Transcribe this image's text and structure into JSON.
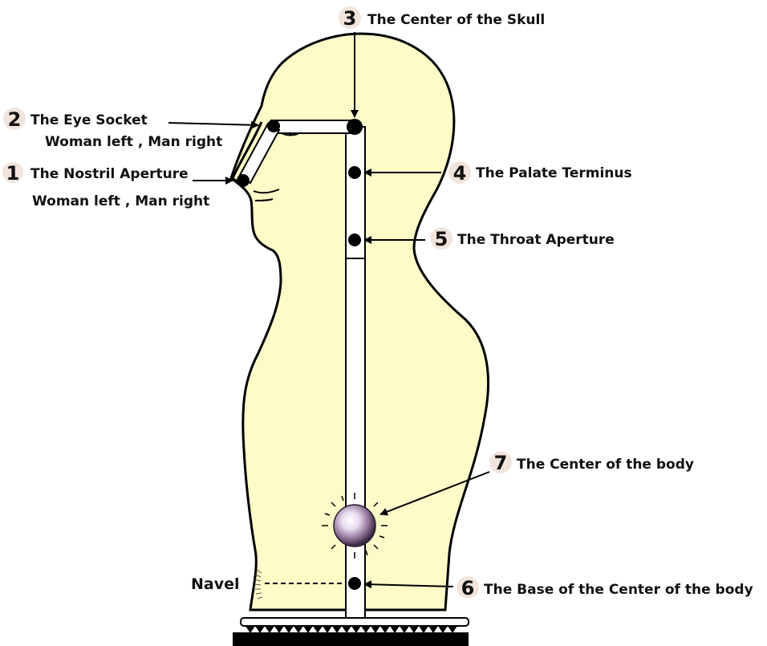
{
  "colors": {
    "body_fill": "#fdfbc8",
    "outline": "#000000",
    "numbered_circle": "#f1e4dc",
    "text": "#111111"
  },
  "labels": {
    "p1": {
      "number": "1",
      "title": "The Nostril Aperture",
      "subtitle": "Woman left , Man right"
    },
    "p2": {
      "number": "2",
      "title": "The Eye Socket",
      "subtitle": "Woman left , Man right"
    },
    "p3": {
      "number": "3",
      "title": "The Center of the Skull"
    },
    "p4": {
      "number": "4",
      "title": "The Palate Terminus"
    },
    "p5": {
      "number": "5",
      "title": "The Throat Aperture"
    },
    "p6": {
      "number": "6",
      "title": "The Base of the Center of the body"
    },
    "p7": {
      "number": "7",
      "title": "The Center of the body"
    },
    "navel": "Navel"
  },
  "icons": [
    "glowing-orb-icon",
    "arrow-icon",
    "spike-base-icon"
  ]
}
